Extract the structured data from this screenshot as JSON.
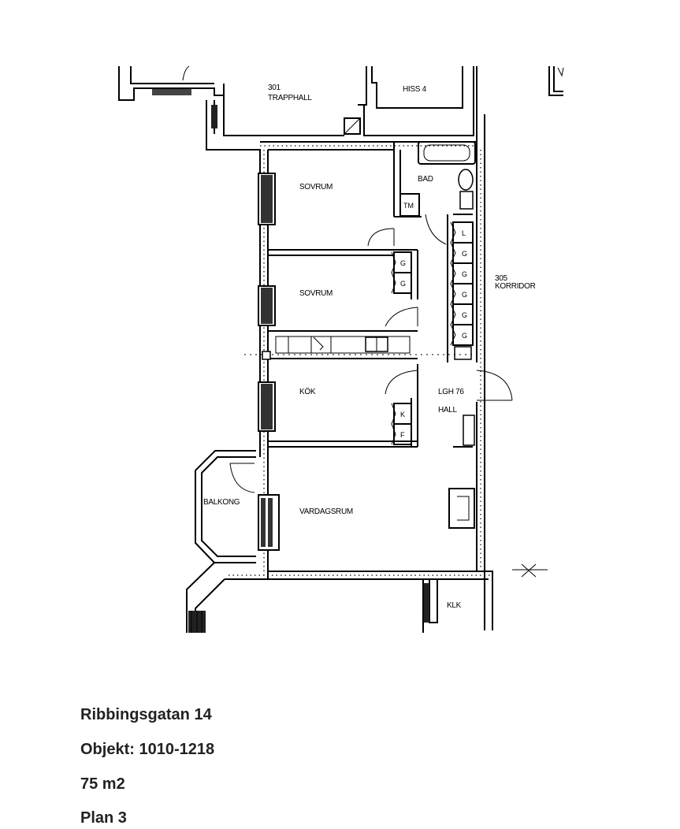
{
  "rooms": {
    "trapphall_num": "301",
    "trapphall": "TRAPPHALL",
    "hiss": "HISS 4",
    "bad": "BAD",
    "tm": "TM",
    "sovrum1": "SOVRUM",
    "sovrum2": "SOVRUM",
    "korridor_num": "305",
    "korridor": "KORRIDOR",
    "kok": "KÖK",
    "lgh": "LGH 76",
    "hall": "HALL",
    "balkong": "BALKONG",
    "vardagsrum": "VARDAGSRUM",
    "klk": "KLK"
  },
  "closets": {
    "l": "L",
    "g": "G",
    "k": "K",
    "f": "F"
  },
  "info": {
    "address": "Ribbingsgatan 14",
    "objekt": "Objekt: 1010-1218",
    "area": "75 m2",
    "plan": "Plan 3"
  }
}
